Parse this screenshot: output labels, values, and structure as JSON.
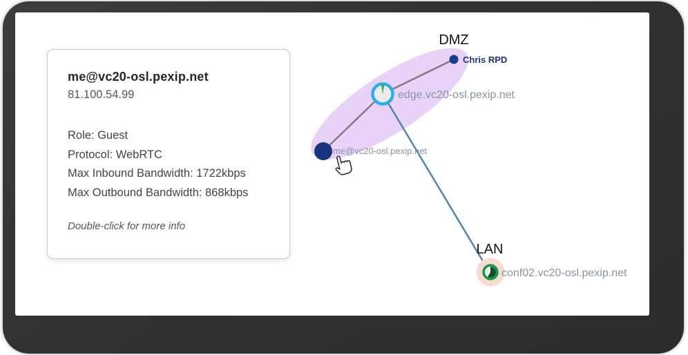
{
  "window": {
    "frame_color": "#333333",
    "background": "#ffffff"
  },
  "tooltip": {
    "title": "me@vc20-osl.pexip.net",
    "ip": "81.100.54.99",
    "details": [
      "Role: Guest",
      "Protocol: WebRTC",
      "Max Inbound Bandwidth: 1722kbps",
      "Max Outbound Bandwidth: 868kbps"
    ],
    "hint": "Double-click for more info"
  },
  "graph": {
    "zones": {
      "dmz": "DMZ",
      "lan": "LAN"
    },
    "nodes": {
      "chris": {
        "label": "Chris RPD",
        "color": "#1b3c87"
      },
      "edge_server": {
        "label": "edge.vc20-osl.pexip.net",
        "ring_color": "#29b0e8",
        "fill": "#ececec",
        "load_color": "#3fae49"
      },
      "me": {
        "label": "me@vc20-osl.pexip.net",
        "color": "#17357c"
      },
      "conf": {
        "label": "conf02.vc20-osl.pexip.net",
        "ring_color": "#16984a",
        "pie_dark": "#0d4f2b",
        "pie_light": "#efefef",
        "halo_color": "#fadcd3"
      }
    },
    "links": {
      "internal_color": "#7d7d7d",
      "interzone_color": "#4d84a8"
    },
    "dmz_highlight_color": "#e9d2f8",
    "label_color": "#8a93a4"
  }
}
